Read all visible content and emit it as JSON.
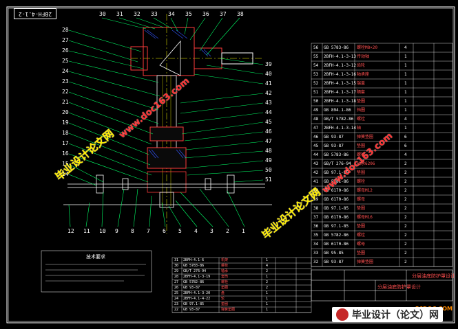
{
  "drawing": {
    "code": "2BFH-4.1-2",
    "tech_requirements_title": "技术要求",
    "title_block": {
      "project": "分层油底防护罩设计",
      "product": "分层油底防护罩设计"
    }
  },
  "part_labels_left": [
    "28",
    "27",
    "26",
    "25",
    "24",
    "23",
    "22",
    "21",
    "20",
    "19",
    "18",
    "17",
    "16",
    "15",
    "14"
  ],
  "part_labels_top": [
    "30",
    "31",
    "32",
    "33",
    "34",
    "35",
    "36",
    "37",
    "38"
  ],
  "part_labels_right": [
    "39",
    "40",
    "41",
    "42",
    "43",
    "44",
    "45",
    "46",
    "47",
    "48",
    "49",
    "50",
    "51"
  ],
  "part_labels_bottom": [
    "12",
    "11",
    "10",
    "9",
    "8",
    "7",
    "6",
    "5",
    "4",
    "3",
    "2",
    "1"
  ],
  "bom_right": [
    {
      "no": "56",
      "code": "GB 5783-86",
      "name": "螺栓M8×20",
      "qty": "4"
    },
    {
      "no": "55",
      "code": "2BFH-4.1-3-13",
      "name": "传动轴",
      "qty": "1"
    },
    {
      "no": "54",
      "code": "2BFH-4.1-3-12",
      "name": "齿轮",
      "qty": "1"
    },
    {
      "no": "53",
      "code": "2BFH-4.1-3-16",
      "name": "轴承座",
      "qty": "1"
    },
    {
      "no": "52",
      "code": "2BFH-4.1-3-15",
      "name": "端盖",
      "qty": "1"
    },
    {
      "no": "51",
      "code": "2BFH-4.1-3-17",
      "name": "隔套",
      "qty": "1"
    },
    {
      "no": "50",
      "code": "2BFH-4.1-3-18",
      "name": "垫圈",
      "qty": "1"
    },
    {
      "no": "49",
      "code": "GB 894.1-86",
      "name": "挡圈",
      "qty": "1"
    },
    {
      "no": "48",
      "code": "GB/T 5782-86",
      "name": "螺栓",
      "qty": "4"
    },
    {
      "no": "47",
      "code": "2BFH-4.1-3-14",
      "name": "轴",
      "qty": "1"
    },
    {
      "no": "46",
      "code": "GB 93-87",
      "name": "弹簧垫圈",
      "qty": "6"
    },
    {
      "no": "45",
      "code": "GB 93-87",
      "name": "垫圈",
      "qty": "6"
    },
    {
      "no": "44",
      "code": "GB 5783-86",
      "name": "螺栓",
      "qty": "4"
    },
    {
      "no": "43",
      "code": "GB/T 276-94",
      "name": "轴承6206",
      "qty": "2"
    },
    {
      "no": "42",
      "code": "GB 97.1-85",
      "name": "垫圈",
      "qty": "2"
    },
    {
      "no": "41",
      "code": "GB 5781-86",
      "name": "螺栓",
      "qty": "2"
    },
    {
      "no": "40",
      "code": "GB 6170-86",
      "name": "螺母M12",
      "qty": "2"
    },
    {
      "no": "39",
      "code": "GB 6170-86",
      "name": "螺母",
      "qty": "2"
    },
    {
      "no": "38",
      "code": "GB 97.1-85",
      "name": "垫圈",
      "qty": "2"
    },
    {
      "no": "37",
      "code": "GB 6170-86",
      "name": "螺母M16",
      "qty": "2"
    },
    {
      "no": "36",
      "code": "GB 97.1-85",
      "name": "垫圈",
      "qty": "2"
    },
    {
      "no": "35",
      "code": "GB 5782-86",
      "name": "螺栓",
      "qty": "2"
    },
    {
      "no": "34",
      "code": "GB 6170-86",
      "name": "螺母",
      "qty": "2"
    },
    {
      "no": "33",
      "code": "GB 95-85",
      "name": "垫圈",
      "qty": "2"
    },
    {
      "no": "32",
      "code": "GB 93-87",
      "name": "弹簧垫圈",
      "qty": "2"
    }
  ],
  "bom_bottom": [
    {
      "no": "31",
      "code": "2BFH-4.1-6",
      "name": "机架",
      "qty": "1"
    },
    {
      "no": "30",
      "code": "GB 5783-86",
      "name": "螺栓",
      "qty": "4"
    },
    {
      "no": "29",
      "code": "GB/T 276-94",
      "name": "轴承",
      "qty": "2"
    },
    {
      "no": "28",
      "code": "2BFH-4.1-3-19",
      "name": "套筒",
      "qty": "1"
    },
    {
      "no": "27",
      "code": "GB 5782-86",
      "name": "螺栓",
      "qty": "2"
    },
    {
      "no": "26",
      "code": "GB 93-87",
      "name": "垫圈",
      "qty": "2"
    },
    {
      "no": "25",
      "code": "2BFH-4.1-3-20",
      "name": "盘",
      "qty": "1"
    },
    {
      "no": "24",
      "code": "2BFH-4.1-4-22",
      "name": "轮",
      "qty": "1"
    },
    {
      "no": "23",
      "code": "GB 97.1-85",
      "name": "垫圈",
      "qty": "1"
    },
    {
      "no": "22",
      "code": "GB 93-87",
      "name": "弹簧垫圈",
      "qty": "1"
    }
  ],
  "watermarks": {
    "cn": "毕业设计论文网",
    "url": "www.doc163.com"
  },
  "brand": {
    "text": "毕业设计（论文）网",
    "tag": "56DOC.COM"
  },
  "colors": {
    "bg": "#000000",
    "outline": "#ffffff",
    "leader": "#00ff66",
    "part": "#ff3b3b",
    "hatch": "#3355ff",
    "center": "#ffff00",
    "bom_text": "#ff5050"
  }
}
